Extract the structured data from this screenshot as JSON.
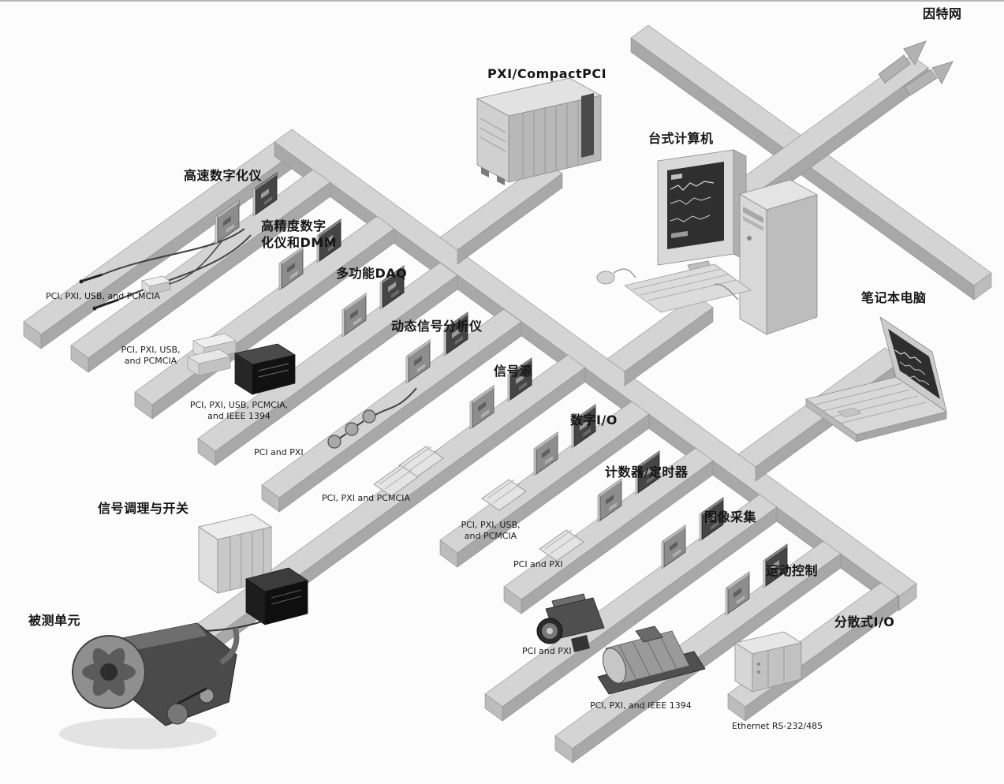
{
  "figure": {
    "type": "isometric-measurement-system-diagram",
    "palette": {
      "background": "#fcfcfc",
      "beam_top": "#d4d4d4",
      "beam_front": "#a8a8a8",
      "beam_cap": "#bcbcbc",
      "label_color": "#151515"
    },
    "labels": {
      "internet": "因特网",
      "pxi_chassis": "PXI/CompactPCI",
      "desktop_computer": "台式计算机",
      "laptop_computer": "笔记本电脑",
      "signal_conditioning": "信号调理与开关",
      "unit_under_test": "被测单元"
    },
    "rows": [
      {
        "label": "高速数字化仪",
        "bus": "PCI, PXI, USB, and PCMCIA"
      },
      {
        "label": "高精度数字\n化仪和DMM",
        "bus": "PCI, PXI, USB,\nand PCMCIA"
      },
      {
        "label": "多功能DAQ",
        "bus": "PCI, PXI, USB, PCMCIA,\nand IEEE 1394"
      },
      {
        "label": "动态信号分析仪",
        "bus": "PCI and PXI"
      },
      {
        "label": "信号源",
        "bus": "PCI, PXI and PCMCIA"
      },
      {
        "label": "数字I/O",
        "bus": "PCI, PXI, USB,\nand PCMCIA"
      },
      {
        "label": "计数器/定时器",
        "bus": "PCI and PXI"
      },
      {
        "label": "图像采集",
        "bus": "PCI and PXI"
      },
      {
        "label": "运动控制",
        "bus": "PCI, PXI, and IEEE 1394"
      },
      {
        "label": "分散式I/O",
        "bus": "Ethernet RS-232/485"
      }
    ]
  }
}
